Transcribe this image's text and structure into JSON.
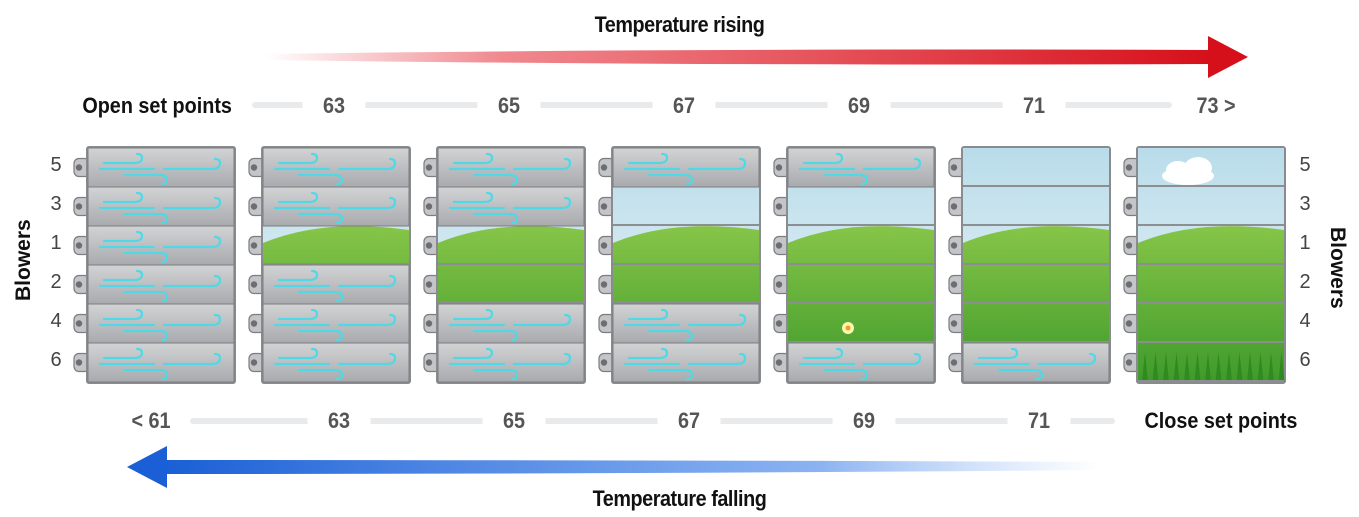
{
  "titles": {
    "top": "Temperature rising",
    "bottom": "Temperature falling"
  },
  "open_set_points": {
    "label": "Open set points",
    "values": [
      "63",
      "65",
      "67",
      "69",
      "71",
      "73 >"
    ]
  },
  "close_set_points": {
    "label": "Close set points",
    "values": [
      "< 61",
      "63",
      "65",
      "67",
      "69",
      "71"
    ]
  },
  "blowers": {
    "label": "Blowers",
    "order": [
      "5",
      "3",
      "1",
      "2",
      "4",
      "6"
    ]
  },
  "panels": [
    {
      "open_rows": []
    },
    {
      "open_rows": [
        "1"
      ]
    },
    {
      "open_rows": [
        "1",
        "2"
      ]
    },
    {
      "open_rows": [
        "3",
        "1",
        "2"
      ]
    },
    {
      "open_rows": [
        "3",
        "1",
        "2",
        "4"
      ]
    },
    {
      "open_rows": [
        "5",
        "3",
        "1",
        "2",
        "4"
      ]
    },
    {
      "open_rows": [
        "5",
        "3",
        "1",
        "2",
        "4",
        "6"
      ]
    }
  ],
  "colors": {
    "rising_arrow": "#e0121e",
    "falling_arrow": "#1a5fd6",
    "blower_panel": "#bfc0c3",
    "wind": "#4fd9e6",
    "sky": "#cfe8f2",
    "grass": "#5fb033"
  },
  "icons": [
    "wind-icon",
    "cloud-icon",
    "flower-icon",
    "hinge-icon"
  ]
}
